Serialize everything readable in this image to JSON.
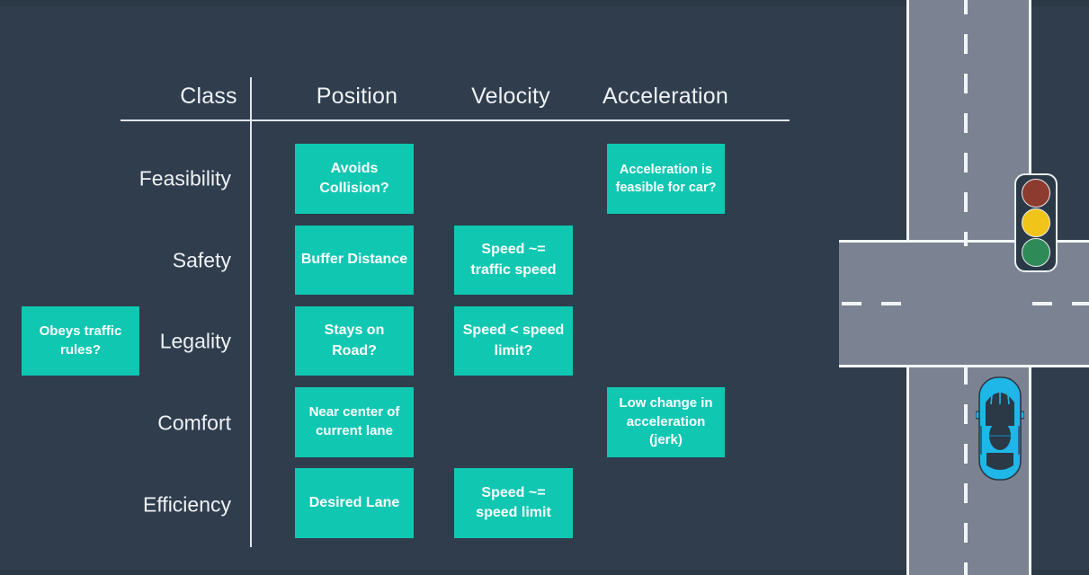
{
  "slide": {
    "background_color": "#2f3d4d",
    "accent_color": "#10c7b2",
    "text_color": "#eef2f5"
  },
  "table": {
    "columns": [
      {
        "label": "Class",
        "name": "class"
      },
      {
        "label": "Position",
        "name": "position"
      },
      {
        "label": "Velocity",
        "name": "velocity"
      },
      {
        "label": "Acceleration",
        "name": "acceleration"
      }
    ],
    "rows": [
      {
        "label": "Feasibility",
        "position": "Avoids Collision?",
        "velocity": null,
        "acceleration": "Acceleration is feasible for car?"
      },
      {
        "label": "Safety",
        "position": "Buffer Distance",
        "velocity": "Speed ~= traffic speed",
        "acceleration": null
      },
      {
        "label": "Legality",
        "position": "Stays on Road?",
        "velocity": "Speed < speed limit?",
        "acceleration": null
      },
      {
        "label": "Comfort",
        "position": "Near center of current lane",
        "velocity": null,
        "acceleration": "Low change in acceleration (jerk)"
      },
      {
        "label": "Efficiency",
        "position": "Desired Lane",
        "velocity": "Speed ~= speed limit",
        "acceleration": null
      }
    ],
    "callout": {
      "label": "Obeys traffic rules?",
      "attached_to_row": "Legality"
    }
  },
  "scene": {
    "name": "four-way-intersection",
    "road_color": "#7b8392",
    "lane_marking_color": "#f2f5f7",
    "traffic_light": {
      "name": "traffic-light",
      "lamps": [
        {
          "name": "red-lamp",
          "color": "#8c3b2e",
          "lit": false
        },
        {
          "name": "yellow-lamp",
          "color": "#f0c419",
          "lit": true
        },
        {
          "name": "green-lamp",
          "color": "#2e8b57",
          "lit": false
        }
      ]
    },
    "vehicle": {
      "name": "ego-vehicle",
      "body_color": "#1fb6e8",
      "window_color": "#2b3846",
      "heading": "north"
    }
  }
}
